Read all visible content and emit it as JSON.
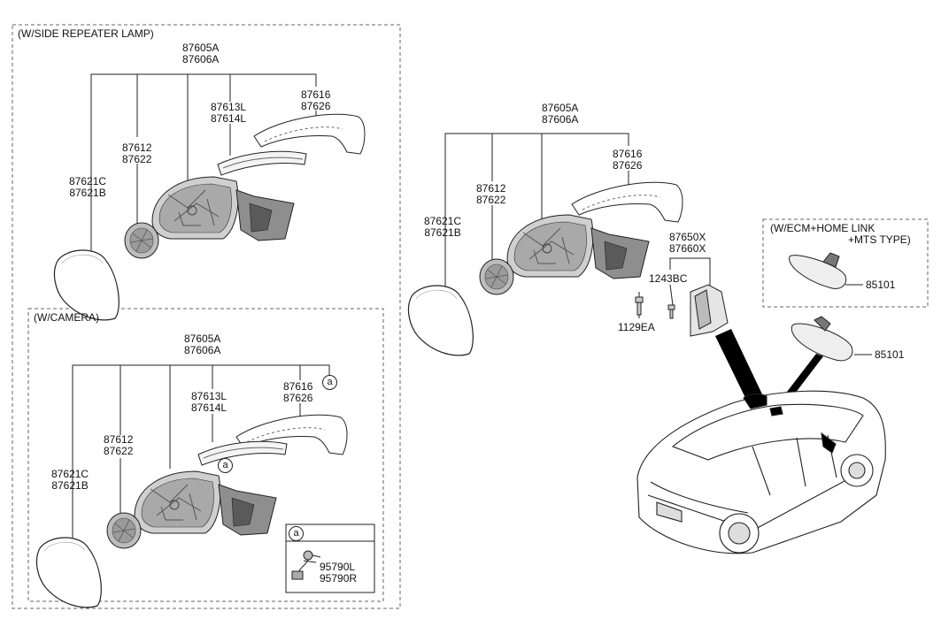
{
  "sections": {
    "side_repeater": {
      "title": "(W/SIDE REPEATER LAMP)"
    },
    "camera": {
      "title": "(W/CAMERA)",
      "inset_callout": "a",
      "callout": "a"
    },
    "ecm": {
      "title_line1": "(W/ECM+HOME LINK",
      "title_line2": "+MTS TYPE)"
    }
  },
  "parts": {
    "mirror_assy": [
      "87605A",
      "87606A"
    ],
    "glass_holder": [
      "87621C",
      "87621B"
    ],
    "actuator": [
      "87612",
      "87622"
    ],
    "repeater_lamp": [
      "87613L",
      "87614L"
    ],
    "scalp_cover": [
      "87616",
      "87626"
    ],
    "lower_cover": [
      "87650X",
      "87660X"
    ],
    "screw": "1243BC",
    "bolt": "1129EA",
    "inside_mirror": "85101",
    "camera_harness": [
      "95790L",
      "95790R"
    ]
  },
  "colors": {
    "line": "#222222",
    "dash": "#666666",
    "part_fill": "#e9e9e9",
    "part_dark": "#8a8a8a",
    "black": "#000000"
  }
}
